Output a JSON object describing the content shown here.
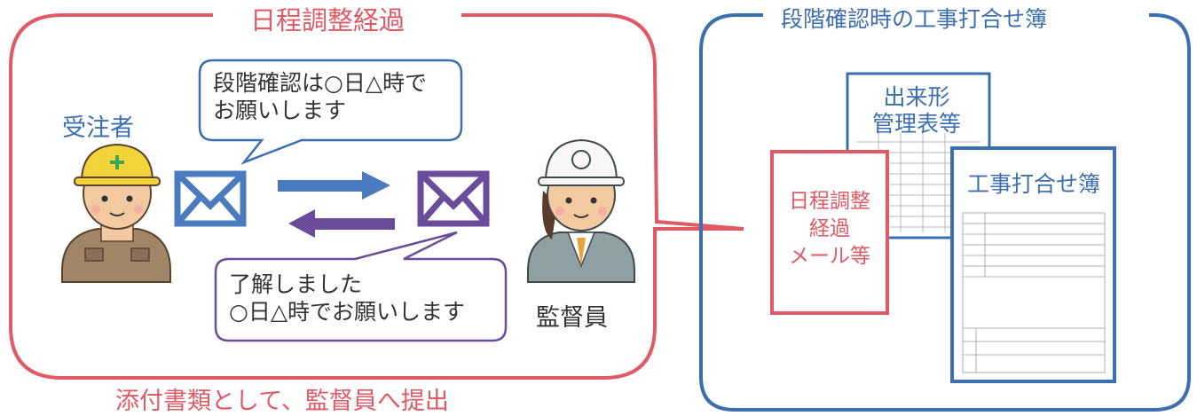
{
  "left_panel": {
    "title": "日程調整経過",
    "contractor_label": "受注者",
    "supervisor_label": "監督員",
    "bubble_top": "段階確認は○日△時で\nお願いします",
    "bubble_bottom": "了解しました\n○日△時でお願いします",
    "footer": "添付書類として、監督員へ提出"
  },
  "right_panel": {
    "title": "段階確認時の工事打合せ簿",
    "doc_back_title": "出来形\n管理表等",
    "doc_mail_label": "日程調整\n経過\nメール等",
    "doc_front_title": "工事打合せ簿"
  },
  "colors": {
    "red": "#e05a66",
    "blue": "#3c6fb0",
    "purple": "#6b4c9a",
    "blue_arrow": "#4a7bbf"
  }
}
